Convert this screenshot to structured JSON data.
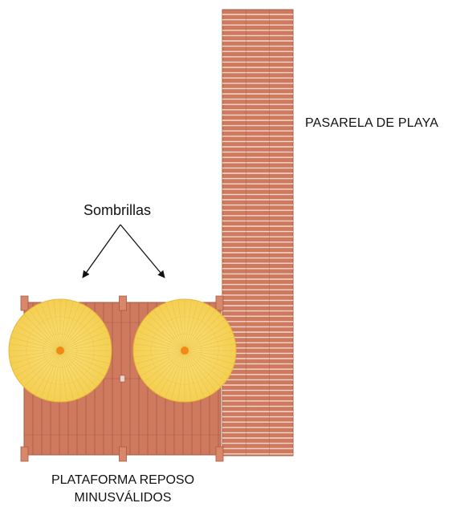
{
  "labels": {
    "pasarela": "PASARELA DE PLAYA",
    "sombrillas": "Sombrillas",
    "plataforma_line1": "PLATAFORMA REPOSO",
    "plataforma_line2": "MINUSVÁLIDOS"
  },
  "colors": {
    "wood": "#cf7a5e",
    "wood_edge": "#a35b43",
    "plank_gap": "#f1d9cf",
    "post": "#d9876a",
    "umbrella": "#f6d65c",
    "umbrella_rib": "#e7b93a",
    "umbrella_center": "#f08a14"
  },
  "icons": [
    "umbrella-icon",
    "umbrella-icon",
    "arrow-icon",
    "arrow-icon"
  ]
}
